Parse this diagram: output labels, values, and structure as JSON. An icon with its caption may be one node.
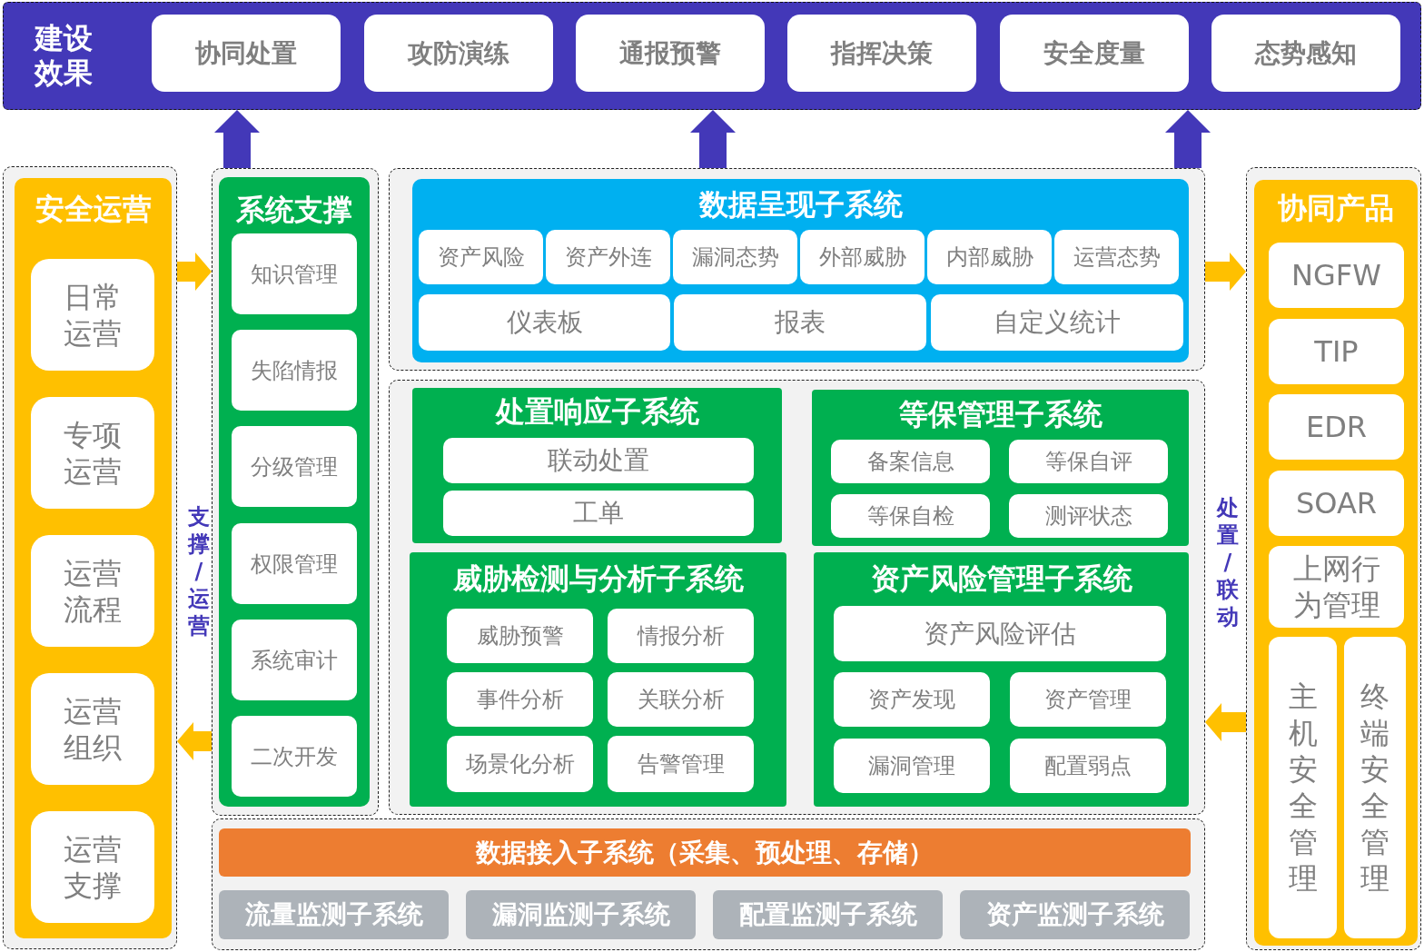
{
  "diagram": {
    "nodes": [
      {
        "text": [
          "建设效果"
        ]
      },
      {
        "text": [
          "协同处置"
        ],
        "in": 0
      },
      {
        "text": [
          "攻防演练"
        ],
        "in": 0
      },
      {
        "text": [
          "通报预警"
        ],
        "in": 0
      },
      {
        "text": [
          "指挥决策"
        ],
        "in": 0
      },
      {
        "text": [
          "安全度量"
        ],
        "in": 0
      },
      {
        "text": [
          "态势感知"
        ],
        "in": 0
      },
      {
        "text": [],
        "shape": "box"
      },
      {
        "text": [
          "安全运营"
        ],
        "in": 7
      },
      {
        "text": [
          "日常运营"
        ],
        "in": 8
      },
      {
        "text": [
          "专项运营"
        ],
        "in": 8
      },
      {
        "text": [
          "运营流程"
        ],
        "in": 8
      },
      {
        "text": [
          "运营组织"
        ],
        "in": 8
      },
      {
        "text": [
          "运营支撑"
        ],
        "in": 8
      },
      {
        "text": [],
        "shape": "box"
      },
      {
        "text": [
          "系统支撑"
        ],
        "in": 14
      },
      {
        "text": [
          "知识管理"
        ],
        "in": 15
      },
      {
        "text": [
          "失陷情报"
        ],
        "in": 15
      },
      {
        "text": [
          "分级管理"
        ],
        "in": 15
      },
      {
        "text": [
          "权限管理"
        ],
        "in": 15
      },
      {
        "text": [
          "系统审计"
        ],
        "in": 15
      },
      {
        "text": [
          "二次开发"
        ],
        "in": 15
      },
      {
        "text": [],
        "shape": "box"
      },
      {
        "text": [
          "数据呈现子系统"
        ],
        "in": 22
      },
      {
        "text": [
          "资产风险"
        ],
        "in": 23
      },
      {
        "text": [
          "资产外连"
        ],
        "in": 23
      },
      {
        "text": [
          "漏洞态势"
        ],
        "in": 23
      },
      {
        "text": [
          "外部威胁"
        ],
        "in": 23
      },
      {
        "text": [
          "内部威胁"
        ],
        "in": 23
      },
      {
        "text": [
          "运营态势"
        ],
        "in": 23
      },
      {
        "text": [
          "仪表板"
        ],
        "in": 23
      },
      {
        "text": [
          "报表"
        ],
        "in": 23
      },
      {
        "text": [
          "自定义统计"
        ],
        "in": 23
      },
      {
        "text": [],
        "shape": "box"
      },
      {
        "text": [
          "处置响应子系统"
        ],
        "in": 33
      },
      {
        "text": [
          "联动处置"
        ],
        "in": 34
      },
      {
        "text": [
          "工单"
        ],
        "in": 34
      },
      {
        "text": [
          "等保管理子系统"
        ],
        "in": 33
      },
      {
        "text": [
          "备案信息"
        ],
        "in": 37
      },
      {
        "text": [
          "等保自评"
        ],
        "in": 37
      },
      {
        "text": [
          "等保自检"
        ],
        "in": 37
      },
      {
        "text": [
          "测评状态"
        ],
        "in": 37
      },
      {
        "text": [
          "威胁检测与分析子系统"
        ],
        "in": 33
      },
      {
        "text": [
          "威胁预警"
        ],
        "in": 42
      },
      {
        "text": [
          "情报分析"
        ],
        "in": 42
      },
      {
        "text": [
          "事件分析"
        ],
        "in": 42
      },
      {
        "text": [
          "关联分析"
        ],
        "in": 42
      },
      {
        "text": [
          "场景化分析"
        ],
        "in": 42
      },
      {
        "text": [
          "告警管理"
        ],
        "in": 42
      },
      {
        "text": [
          "资产风险管理子系统"
        ],
        "in": 33
      },
      {
        "text": [
          "资产风险评估"
        ],
        "in": 49
      },
      {
        "text": [
          "资产发现"
        ],
        "in": 49
      },
      {
        "text": [
          "资产管理"
        ],
        "in": 49
      },
      {
        "text": [
          "漏洞管理"
        ],
        "in": 49
      },
      {
        "text": [
          "配置弱点"
        ],
        "in": 49
      },
      {
        "text": [],
        "shape": "box"
      },
      {
        "text": [
          "数据接入子系统（采集、预处理、存储）"
        ],
        "in": 55
      },
      {
        "text": [
          "流量监测子系统"
        ],
        "in": 55
      },
      {
        "text": [
          "漏洞监测子系统"
        ],
        "in": 55
      },
      {
        "text": [
          "配置监测子系统"
        ],
        "in": 55
      },
      {
        "text": [
          "资产监测子系统"
        ],
        "in": 55
      },
      {
        "text": [],
        "shape": "box"
      },
      {
        "text": [
          "协同产品"
        ],
        "in": 61
      },
      {
        "text": [
          "NGFW"
        ],
        "in": 62
      },
      {
        "text": [
          "TIP"
        ],
        "in": 62
      },
      {
        "text": [
          "EDR"
        ],
        "in": 62
      },
      {
        "text": [
          "SOAR"
        ],
        "in": 62
      },
      {
        "text": [
          "上网行为管理"
        ],
        "in": 62
      },
      {
        "text": [
          "主机安全管理"
        ],
        "in": 62
      },
      {
        "text": [
          "终端安全管理"
        ],
        "in": 62
      }
    ],
    "edges": [
      {
        "from": 14,
        "to": 0,
        "arrow": "to",
        "color": "#4338b8"
      },
      {
        "from": 22,
        "to": 0,
        "arrow": "to",
        "color": "#4338b8"
      },
      {
        "from": 22,
        "to": 0,
        "arrow": "to",
        "color": "#4338b8"
      },
      {
        "from": 7,
        "to": 14,
        "arrow": "to"
      },
      {
        "from": 14,
        "to": 7,
        "arrow": "to"
      },
      {
        "from": 22,
        "to": 61,
        "arrow": "to"
      },
      {
        "from": 61,
        "to": 33,
        "arrow": "to"
      }
    ],
    "labels": [
      "支撑/运营",
      "处置/联动"
    ]
  }
}
